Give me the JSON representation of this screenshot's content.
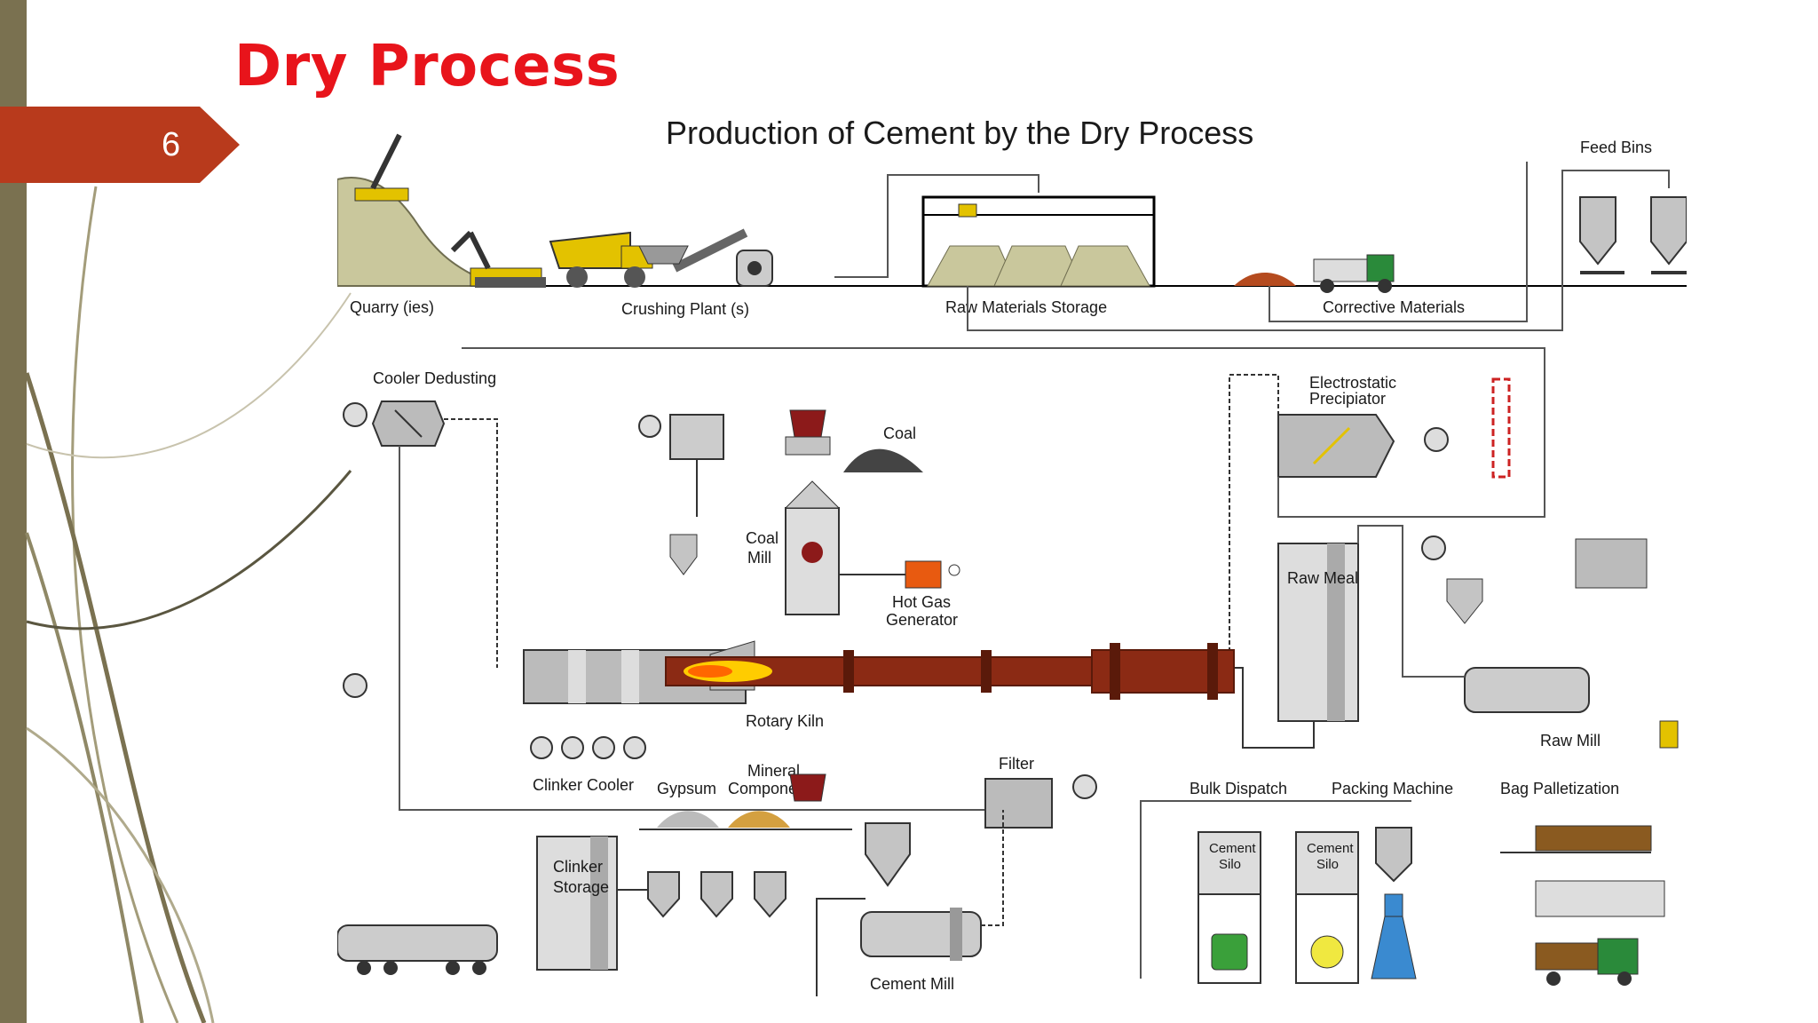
{
  "slide": {
    "title": "Dry Process",
    "number": "6"
  },
  "diagram": {
    "title": "Production of Cement by the Dry Process",
    "labels": {
      "quarry": "Quarry (ies)",
      "crushing": "Crushing Plant (s)",
      "raw_storage": "Raw Materials Storage",
      "corrective": "Corrective Materials",
      "feed_bins": "Feed Bins",
      "cooler_dedusting": "Cooler Dedusting",
      "coal": "Coal",
      "coal_mill_1": "Coal",
      "coal_mill_2": "Mill",
      "hot_gas_1": "Hot Gas",
      "hot_gas_2": "Generator",
      "electrostatic_1": "Electrostatic",
      "electrostatic_2": "Precipiator",
      "raw_meal": "Raw Meal",
      "rotary_kiln": "Rotary Kiln",
      "raw_mill": "Raw Mill",
      "clinker_cooler": "Clinker Cooler",
      "mineral_1": "Mineral",
      "mineral_2": "Components",
      "gypsum": "Gypsum",
      "filter": "Filter",
      "bulk_dispatch": "Bulk Dispatch",
      "packing_machine": "Packing Machine",
      "bag_palletization": "Bag Palletization",
      "clinker_storage_1": "Clinker",
      "clinker_storage_2": "Storage",
      "cement_silo_1a": "Cement",
      "cement_silo_1b": "Silo",
      "cement_silo_2a": "Cement",
      "cement_silo_2b": "Silo",
      "cement_mill": "Cement Mill"
    },
    "colors": {
      "title_red": "#e8141b",
      "tab_red": "#b83a1c",
      "kiln": "#8b2a14",
      "steel": "#b8b8b8",
      "yellow": "#e0c020",
      "dark_red": "#8c1a1a"
    }
  }
}
